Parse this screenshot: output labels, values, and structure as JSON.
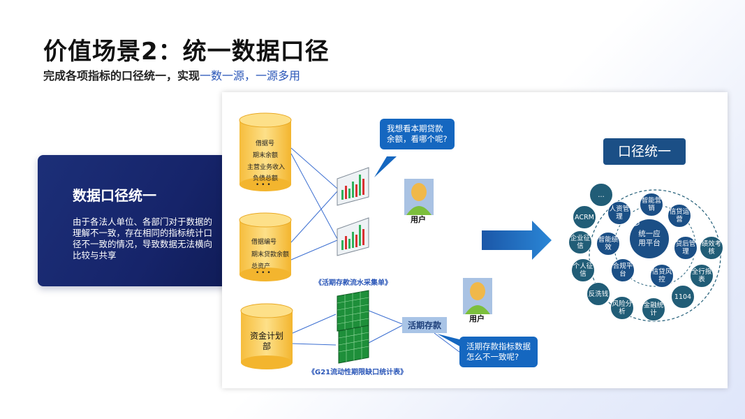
{
  "title": "价值场景2：统一数据口径",
  "subtitle": {
    "prefix": "完成各项指标的口径统一，实现",
    "highlight": "一数一源，一源多用"
  },
  "card": {
    "heading": "数据口径统一",
    "body": "由于各法人单位、各部门对于数据的理解不一致，存在相同的指标统计口径不一致的情况，导致数据无法横向比较与共享"
  },
  "diagram": {
    "db1": [
      "借据号",
      "期末余额",
      "主营业务收入",
      "负债总额",
      "• • •"
    ],
    "db2": [
      "借据编号",
      "期末贷款余额",
      "总资产",
      "• • •"
    ],
    "db3": [
      "资金计划",
      "部"
    ],
    "bubble1": [
      "我想看本期贷款",
      "余额，看哪个呢?"
    ],
    "user1": "用户",
    "user2": "用户",
    "caption1": "《活期存款流水采集单》",
    "caption2": "《G21流动性期限缺口统计表》",
    "hq_label": "活期存款",
    "bubble2": [
      "活期存款指标数据",
      "怎么不一致呢?"
    ],
    "kj_title": "口径统一",
    "center": [
      "统一应",
      "用平台"
    ],
    "inner_nodes": [
      "智能营销",
      "信贷运营",
      "贷后管理",
      "信贷风控",
      "合规平台",
      "智能绩效",
      "人资管理"
    ],
    "outer_nodes": [
      "…",
      "ACRM",
      "企业征信",
      "个人征信",
      "反洗钱",
      "风险分析",
      "金融统计",
      "1104",
      "全行报表",
      "绩效考核"
    ]
  },
  "colors": {
    "accent": "#2a56b8",
    "card": "#16246a",
    "node": "#215d77",
    "inner": "#1b4f86",
    "arrow": "#1a72c2"
  }
}
